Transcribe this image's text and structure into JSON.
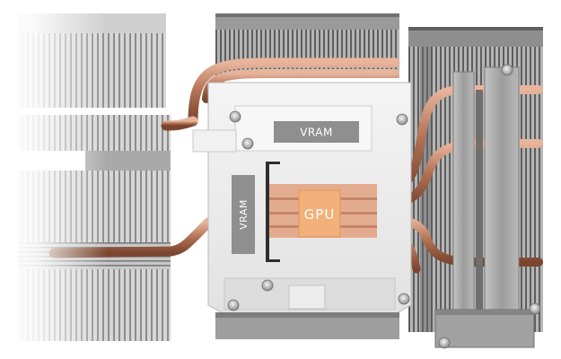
{
  "labels": {
    "vram_top": "VRAM",
    "vram_side": "VRAM",
    "gpu": "GPU"
  },
  "colors": {
    "copper": "#c98a6e",
    "gpu_pad": "#f2b07a",
    "label_plate": "#8f8f8f",
    "heatsink": "#bdbdbd",
    "bracket": "#a7a7a7"
  }
}
